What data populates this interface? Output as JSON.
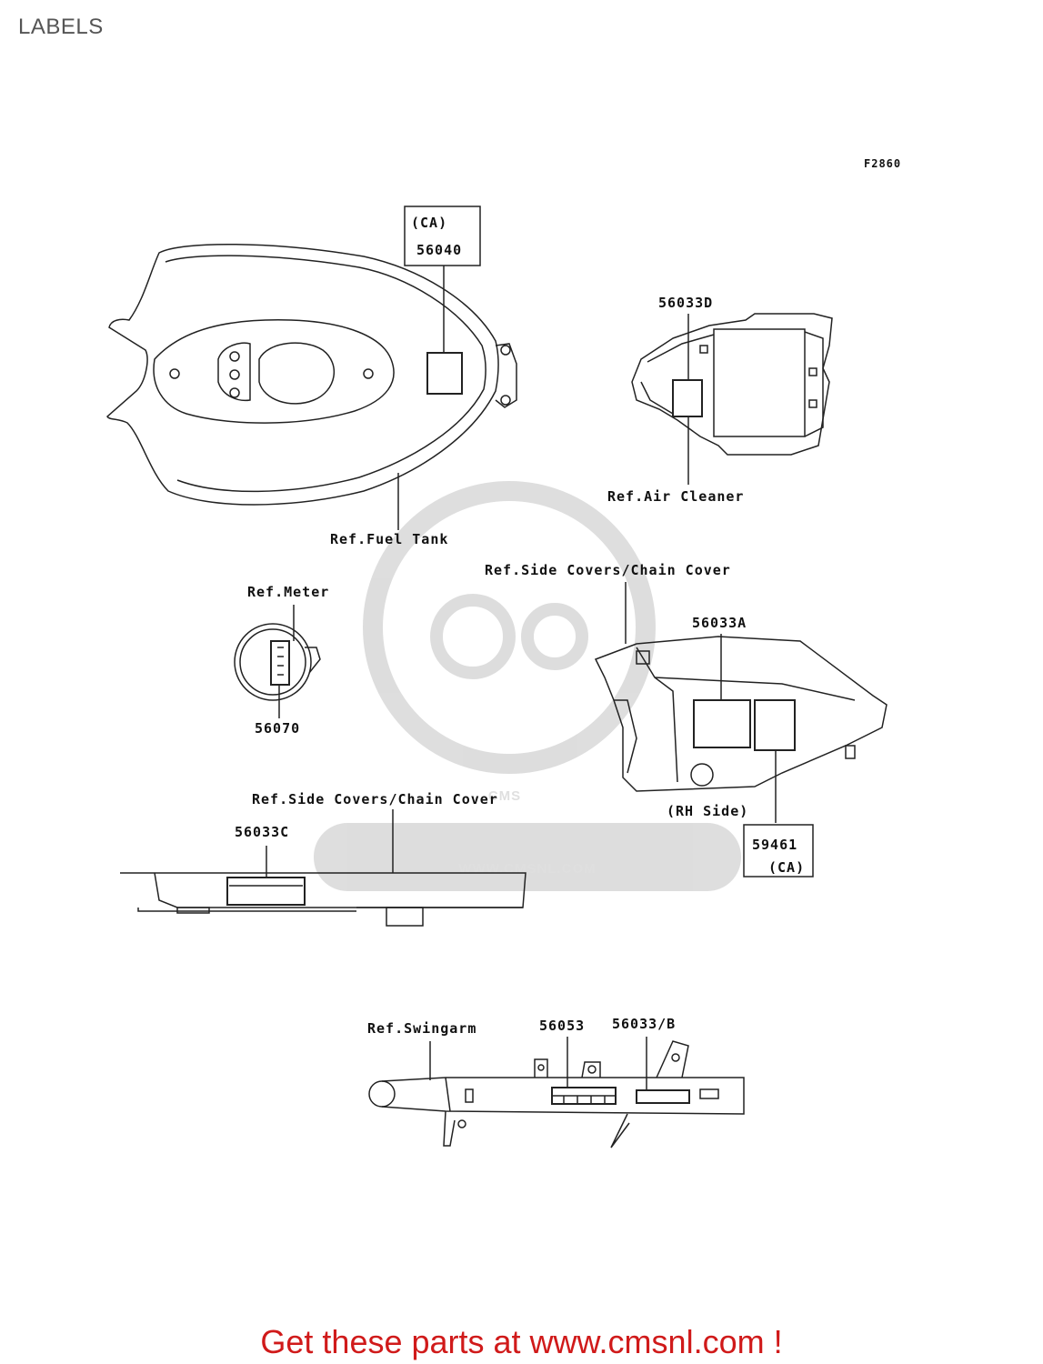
{
  "page": {
    "title": "LABELS",
    "figure_code": "F2860"
  },
  "watermark": {
    "text": "WWW.CMSNL.COM",
    "logo": "CMS"
  },
  "groups": {
    "fuel_tank": {
      "ref": "Ref.Fuel Tank",
      "part": "56040",
      "note": "(CA)"
    },
    "air_cleaner": {
      "ref": "Ref.Air Cleaner",
      "part": "56033D"
    },
    "meter": {
      "ref": "Ref.Meter",
      "part": "56070"
    },
    "side_cover_rh": {
      "ref": "Ref.Side Covers/Chain Cover",
      "part_a": "56033A",
      "side": "(RH Side)",
      "part_b": "59461",
      "note": "(CA)"
    },
    "chain_cover": {
      "ref": "Ref.Side Covers/Chain Cover",
      "part": "56033C"
    },
    "swingarm": {
      "ref": "Ref.Swingarm",
      "part_a": "56053",
      "part_b": "56033/B"
    }
  },
  "footer": {
    "text": "Get these parts at www.cmsnl.com !"
  }
}
